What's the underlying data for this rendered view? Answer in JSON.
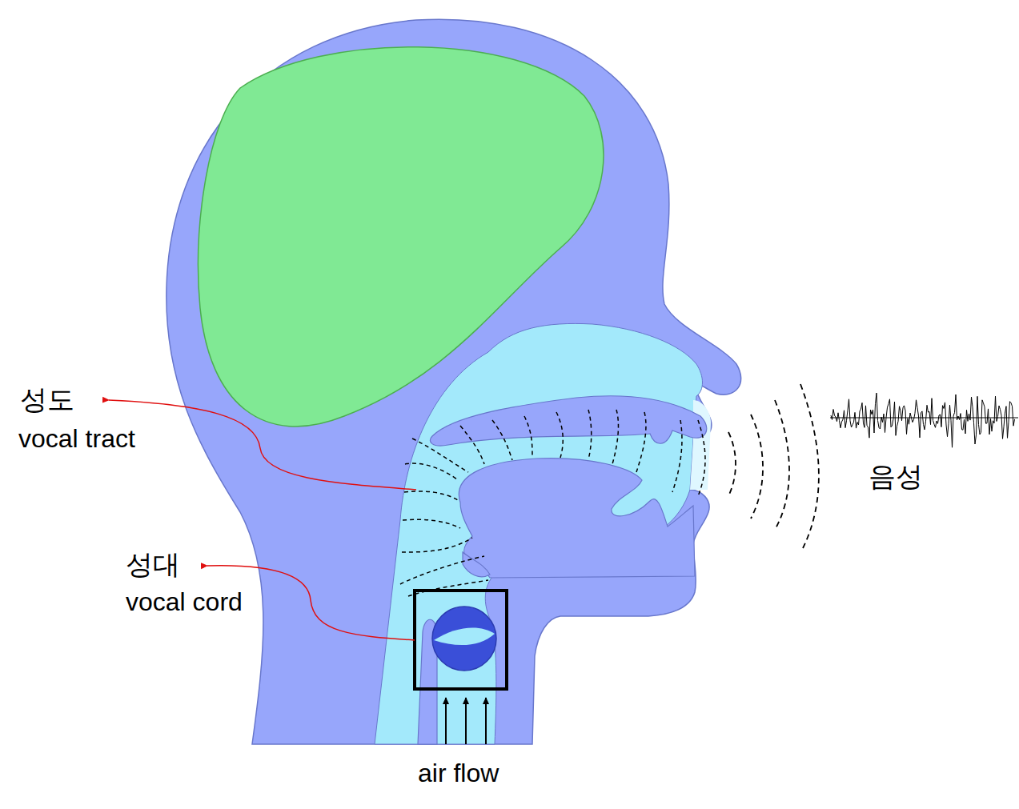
{
  "diagram": {
    "labels": [
      "성도",
      "vocal tract",
      "성대",
      "vocal cord",
      "음성",
      "air flow"
    ]
  }
}
